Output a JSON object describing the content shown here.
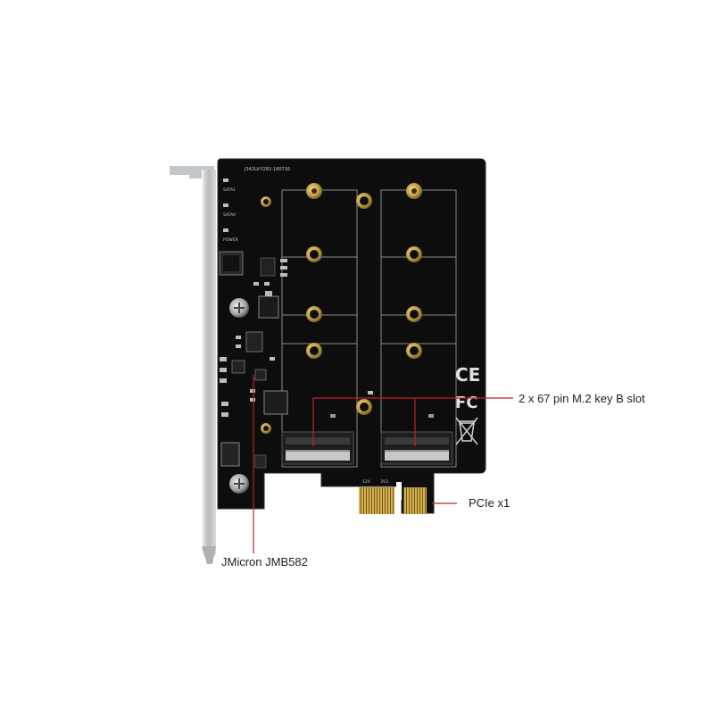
{
  "callouts": {
    "m2_slot": "2 x 67 pin M.2 key B slot",
    "pcie": "PCIe x1",
    "controller": "JMicron JMB582"
  },
  "board": {
    "part_number": "J342LV-Y282-180716",
    "led_labels": [
      "SATA1",
      "SATA0",
      "POWER"
    ],
    "pcie_pin_labels": [
      "12V",
      "3V3"
    ]
  },
  "marks": {
    "ce": "CE",
    "fc": "FC"
  },
  "colors": {
    "pcb": "#0d0d0d",
    "bracket": "#c9ccce",
    "gold": "#c9a44a",
    "callout_line": "#c0202a",
    "silkscreen": "#d0d0d0"
  }
}
